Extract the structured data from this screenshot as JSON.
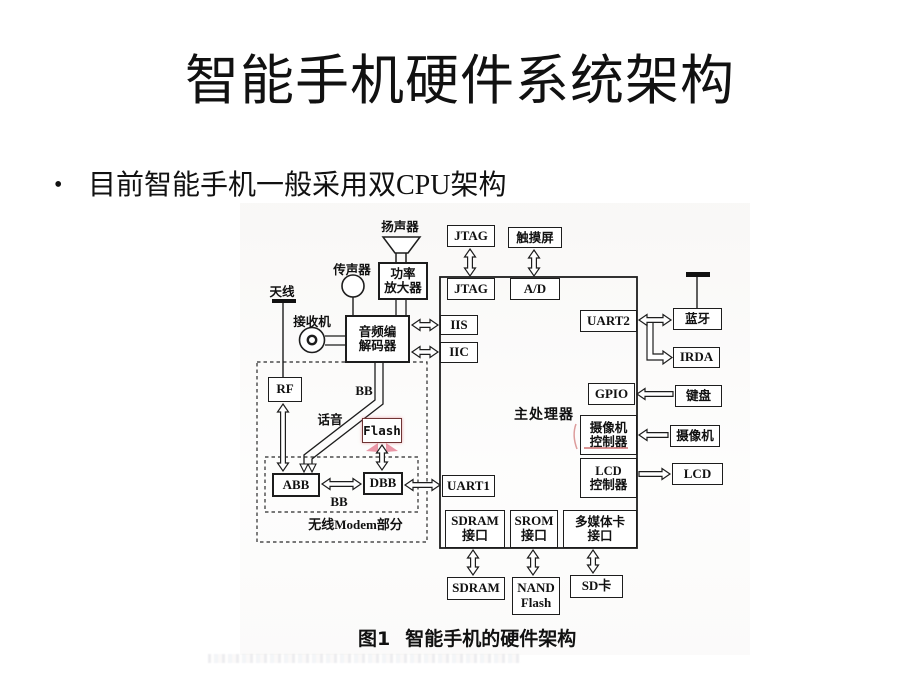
{
  "slide": {
    "title": "智能手机硬件系统架构",
    "bullet_marker": "•",
    "bullet": "目前智能手机一般采用双CPU架构"
  },
  "diagram": {
    "caption_fig": "图1",
    "caption_text": "智能手机的硬件架构",
    "labels": {
      "speaker": "扬声器",
      "microphone": "传声器",
      "antenna": "天线",
      "receiver": "接收机",
      "bb_top": "BB",
      "voice": "话音",
      "bb_bottom": "BB",
      "wireless_modem": "无线Modem部分",
      "main_processor": "主处理器"
    },
    "boxes": {
      "jtag_ext": "JTAG",
      "touchscreen": "触摸屏",
      "jtag_int": "JTAG",
      "ad": "A/D",
      "iis": "IIS",
      "iic": "IIC",
      "uart2": "UART2",
      "bluetooth": "蓝牙",
      "irda": "IRDA",
      "gpio": "GPIO",
      "keyboard": "键盘",
      "camera_ctrl": {
        "line1": "摄像机",
        "line2": "控制器"
      },
      "camera": "摄像机",
      "lcd_ctrl": {
        "line1": "LCD",
        "line2": "控制器"
      },
      "lcd": "LCD",
      "uart1": "UART1",
      "power_amp": {
        "line1": "功率",
        "line2": "放大器"
      },
      "audio_codec": {
        "line1": "音频编",
        "line2": "解码器"
      },
      "rf": "RF",
      "flash": "Flash",
      "abb": "ABB",
      "dbb": "DBB",
      "sdram_if": {
        "line1": "SDRAM",
        "line2": "接口"
      },
      "srom_if": {
        "line1": "SROM",
        "line2": "接口"
      },
      "mmc_if": {
        "line1": "多媒体卡",
        "line2": "接口"
      },
      "sdram": "SDRAM",
      "nand": {
        "line1": "NAND",
        "line2": "Flash"
      },
      "sd_card": "SD卡"
    },
    "colors": {
      "line": "#1d1d1d",
      "watermark_red": "#b53a3a"
    }
  }
}
